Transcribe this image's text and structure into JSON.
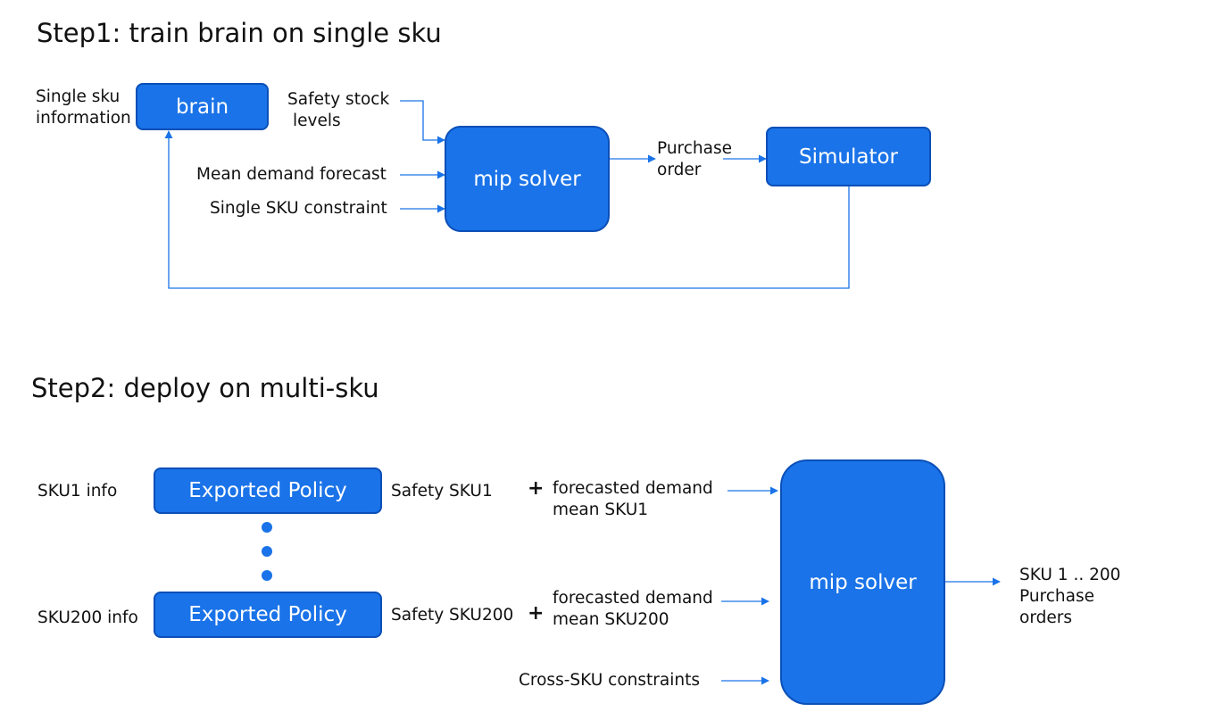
{
  "step1": {
    "title": "Step1: train brain on single sku",
    "brain_label": "brain",
    "single_sku_info": [
      "Single sku",
      "information"
    ],
    "safety_stock": [
      "Safety stock",
      "levels"
    ],
    "mean_demand": "Mean demand forecast",
    "single_constraint": "Single SKU constraint",
    "solver_label": "mip solver",
    "purchase_order": [
      "Purchase",
      "order"
    ],
    "simulator_label": "Simulator"
  },
  "step2": {
    "title": "Step2: deploy on multi-sku",
    "sku1_info": "SKU1 info",
    "sku200_info": "SKU200 info",
    "policy_label": "Exported Policy",
    "safety_sku1": "Safety SKU1",
    "safety_sku200": "Safety SKU200",
    "plus": "+",
    "forecast_sku1": [
      "forecasted demand",
      "mean SKU1"
    ],
    "forecast_sku200": [
      "forecasted demand",
      "mean SKU200"
    ],
    "cross_constraints": "Cross-SKU constraints",
    "solver_label": "mip solver",
    "output": [
      "SKU 1 .. 200",
      "Purchase",
      "orders"
    ]
  },
  "colors": {
    "box_fill": "#1a73e8",
    "box_border": "#0b4fb8",
    "arrow": "#1a73e8"
  }
}
